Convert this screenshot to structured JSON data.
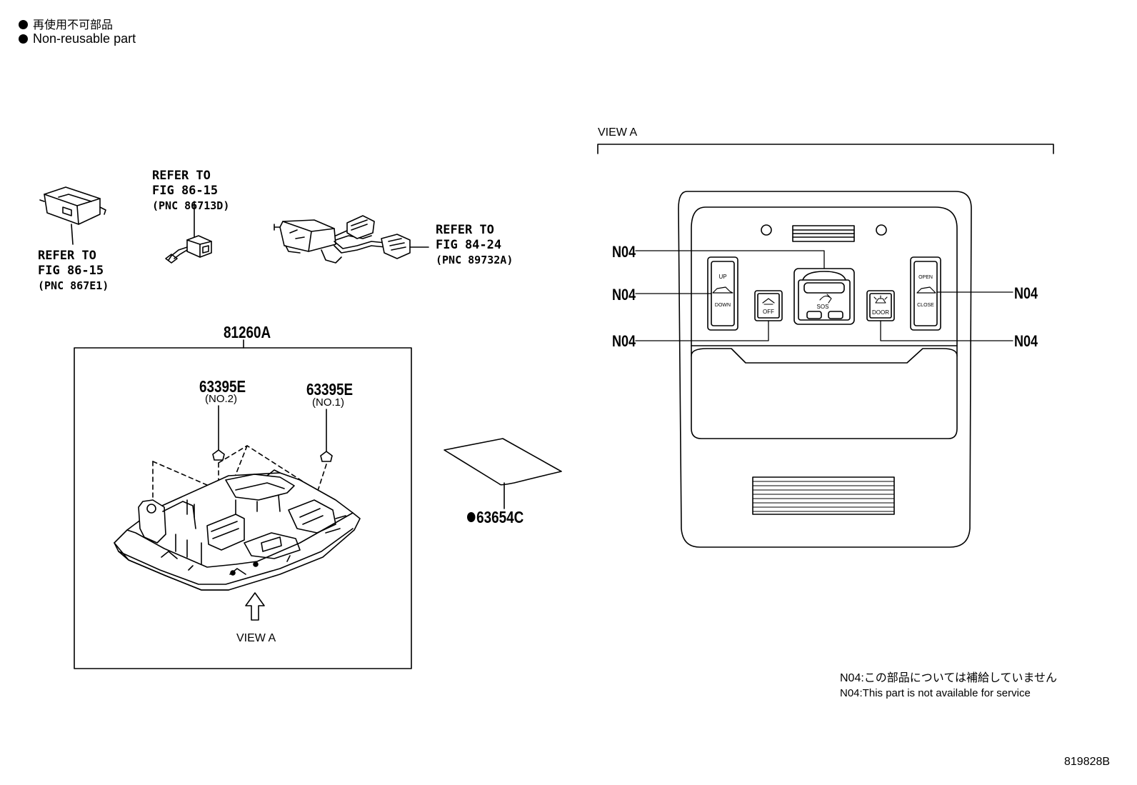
{
  "legend": {
    "jp": "再使用不可部品",
    "en": "Non-reusable part"
  },
  "refs": {
    "left": {
      "line1": "REFER TO",
      "line2": "FIG 86-15",
      "line3": "(PNC 867E1)"
    },
    "mid": {
      "line1": "REFER TO",
      "line2": "FIG 86-15",
      "line3": "(PNC 86713D)"
    },
    "right": {
      "line1": "REFER TO",
      "line2": "FIG 84-24",
      "line3": "(PNC 89732A)"
    }
  },
  "parts": {
    "assembly": "81260A",
    "clip2": {
      "number": "63395E",
      "sub": "(NO.2)"
    },
    "clip1": {
      "number": "63395E",
      "sub": "(NO.1)"
    },
    "label": "63654C"
  },
  "view_a_arrow_label": "VIEW A",
  "view_a": {
    "title": "VIEW A",
    "callout": "N04",
    "switch_left": {
      "top": "UP",
      "bottom": "DOWN"
    },
    "switch_right": {
      "top": "OPEN",
      "bottom": "CLOSE"
    },
    "off_button": "OFF",
    "sos_button": "SOS",
    "door_button": "DOOR"
  },
  "notes": {
    "jp": "N04:この部品については補給していません",
    "en": "N04:This part is not available for service"
  },
  "figure_id": "819828B"
}
